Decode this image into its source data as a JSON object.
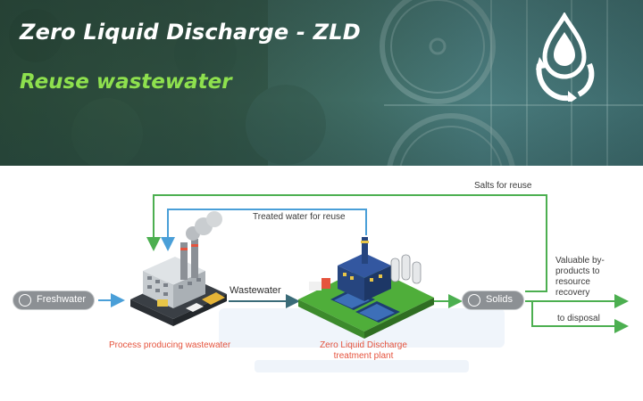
{
  "banner": {
    "title": "Zero Liquid Discharge - ZLD",
    "subtitle": "Reuse wastewater"
  },
  "diagram": {
    "freshwater_label": "Freshwater",
    "wastewater_label": "Wastewater",
    "process_label": "Process producing wastewater",
    "zld_plant_label": "Zero Liquid Discharge treatment plant",
    "treated_water_label": "Treated water for reuse",
    "salts_label": "Salts for reuse",
    "solids_label": "Solids",
    "byproducts_label": "Valuable by-products to resource recovery",
    "disposal_label": "to disposal"
  },
  "colors": {
    "title_white": "#ffffff",
    "subtitle_green": "#8ee04e",
    "arrow_green": "#4caf50",
    "arrow_blue": "#4a9fd8",
    "arrow_teal": "#3a6b78",
    "label_red": "#e5533d",
    "pill_gray": "#8c9094"
  }
}
